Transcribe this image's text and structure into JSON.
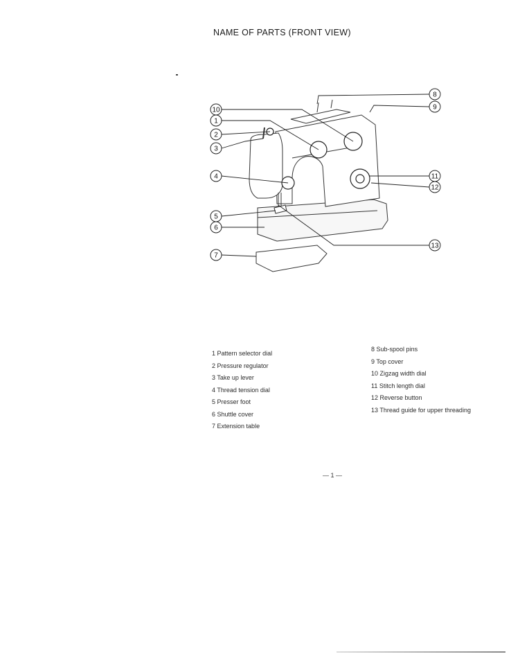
{
  "page": {
    "title": "NAME OF PARTS (FRONT VIEW)",
    "page_number": "— 1 —"
  },
  "figure": {
    "subject": "sewing-machine",
    "callouts": [
      "1",
      "2",
      "3",
      "4",
      "5",
      "6",
      "7",
      "8",
      "9",
      "10",
      "11",
      "12",
      "13"
    ]
  },
  "parts_list": {
    "left": [
      {
        "number": "1",
        "name": "Pattern selector dial"
      },
      {
        "number": "2",
        "name": "Pressure regulator"
      },
      {
        "number": "3",
        "name": "Take up lever"
      },
      {
        "number": "4",
        "name": "Thread tension dial"
      },
      {
        "number": "5",
        "name": "Presser foot"
      },
      {
        "number": "6",
        "name": "Shuttle cover"
      },
      {
        "number": "7",
        "name": "Extension table"
      }
    ],
    "right": [
      {
        "number": "8",
        "name": "Sub-spool pins"
      },
      {
        "number": "9",
        "name": "Top cover"
      },
      {
        "number": "10",
        "name": "Zigzag width dial"
      },
      {
        "number": "11",
        "name": "Stitch length dial"
      },
      {
        "number": "12",
        "name": "Reverse button"
      },
      {
        "number": "13",
        "name": "Thread guide for upper threading"
      }
    ]
  }
}
